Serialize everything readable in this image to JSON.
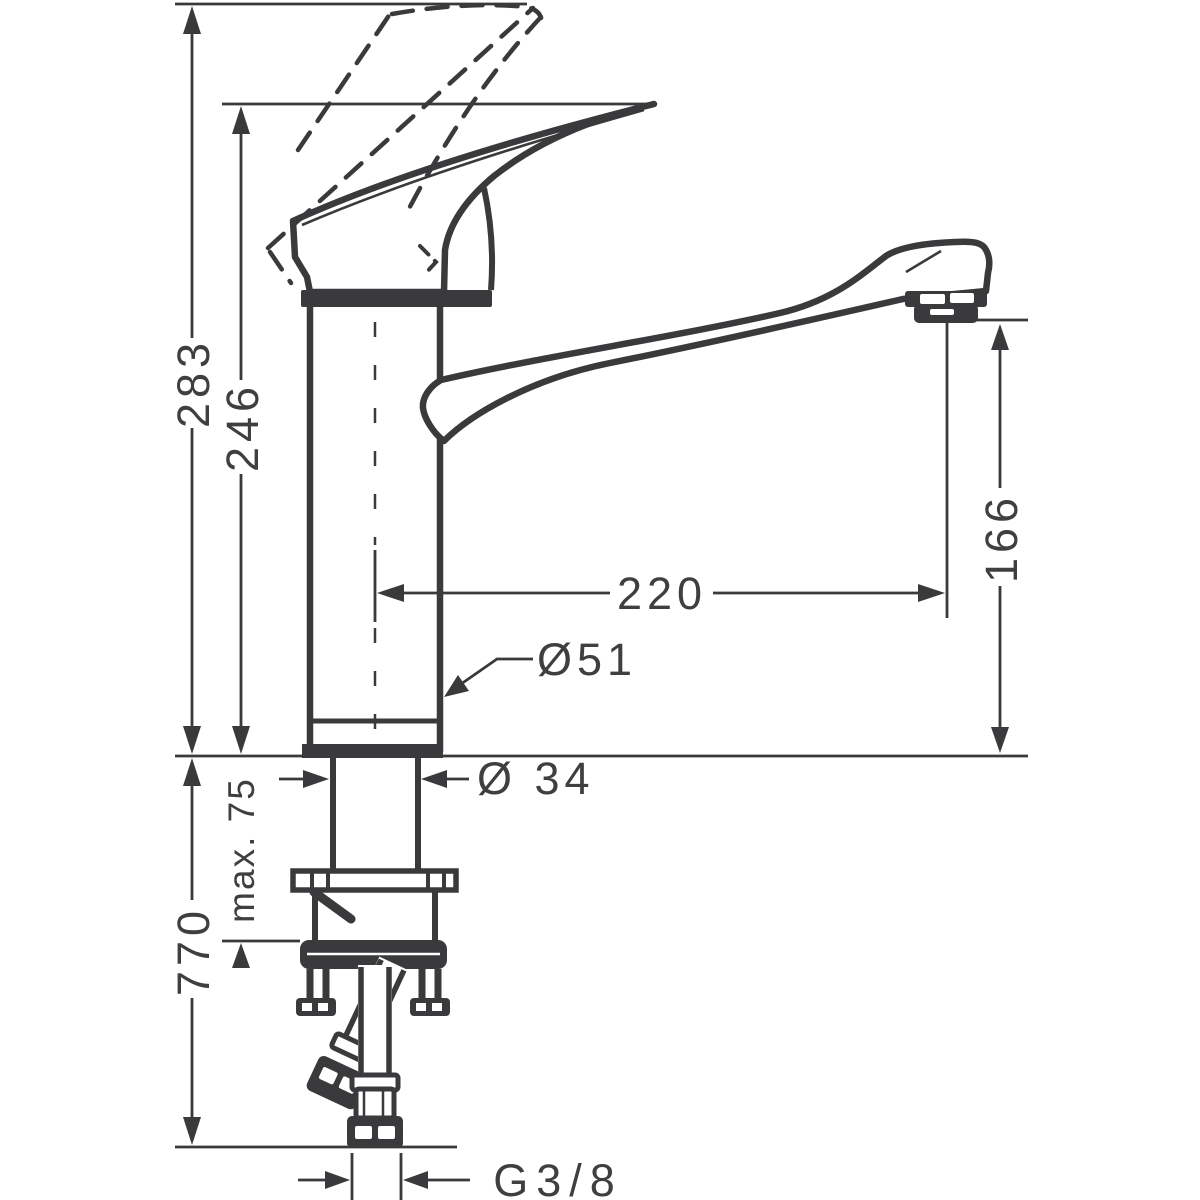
{
  "drawing": {
    "kind": "faucet-dimension-diagram",
    "colors": {
      "line": "#3a3a3c",
      "background": "#ffffff"
    },
    "labels": {
      "overall_height": "283",
      "handle_height": "246",
      "spout_reach": "220",
      "outlet_height": "166",
      "body_diameter": "Ø51",
      "shank_diameter": "Ø 34",
      "max_counter_thickness": "max. 75",
      "hose_length": "770",
      "thread_connection": "G3/8"
    }
  }
}
